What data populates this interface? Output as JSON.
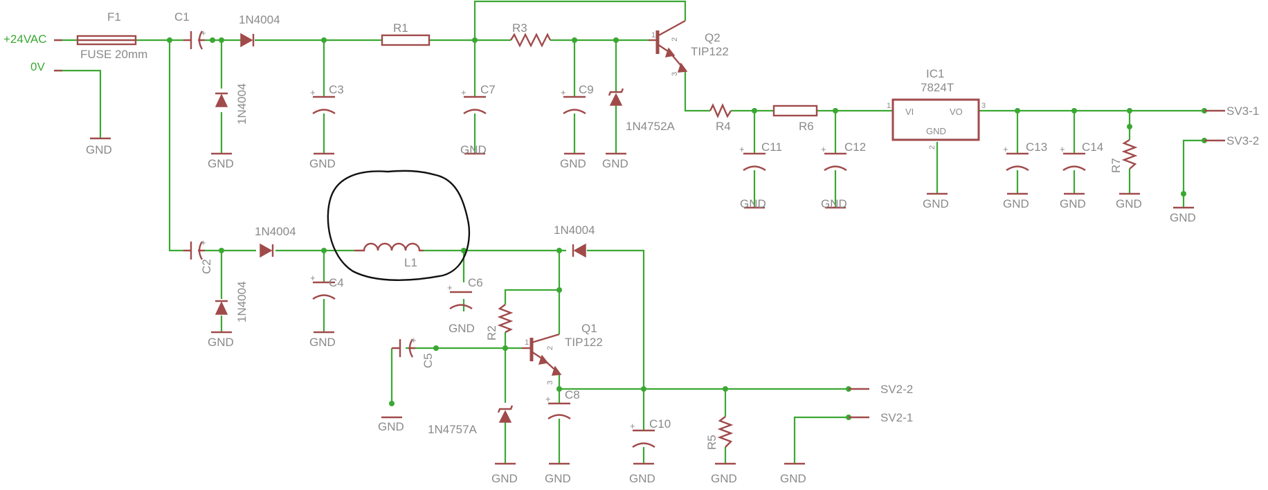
{
  "inputs": {
    "vac": "+24VAC",
    "zero": "0V"
  },
  "gnd": "GND",
  "fuse": {
    "ref": "F1",
    "value": "FUSE 20mm"
  },
  "caps": {
    "c1": "C1",
    "c2": "C2",
    "c3": "C3",
    "c4": "C4",
    "c5": "C5",
    "c6": "C6",
    "c7": "C7",
    "c8": "C8",
    "c9": "C9",
    "c10": "C10",
    "c11": "C11",
    "c12": "C12",
    "c13": "C13",
    "c14": "C14"
  },
  "resistors": {
    "r1": "R1",
    "r2": "R2",
    "r3": "R3",
    "r4": "R4",
    "r5": "R5",
    "r6": "R6",
    "r7": "R7"
  },
  "diode": "1N4004",
  "zeners": {
    "z1": "1N4752A",
    "z2": "1N4757A"
  },
  "inductor": "L1",
  "transistors": {
    "q1": "Q1",
    "q2": "Q2",
    "part": "TIP122"
  },
  "ic": {
    "ref": "IC1",
    "value": "7824T",
    "vi": "VI",
    "vo": "VO",
    "gnd": "GND"
  },
  "pins": {
    "p1": "1",
    "p2": "2",
    "p3": "3"
  },
  "connectors": {
    "sv31": "SV3-1",
    "sv32": "SV3-2",
    "sv22": "SV2-2",
    "sv21": "SV2-1"
  }
}
